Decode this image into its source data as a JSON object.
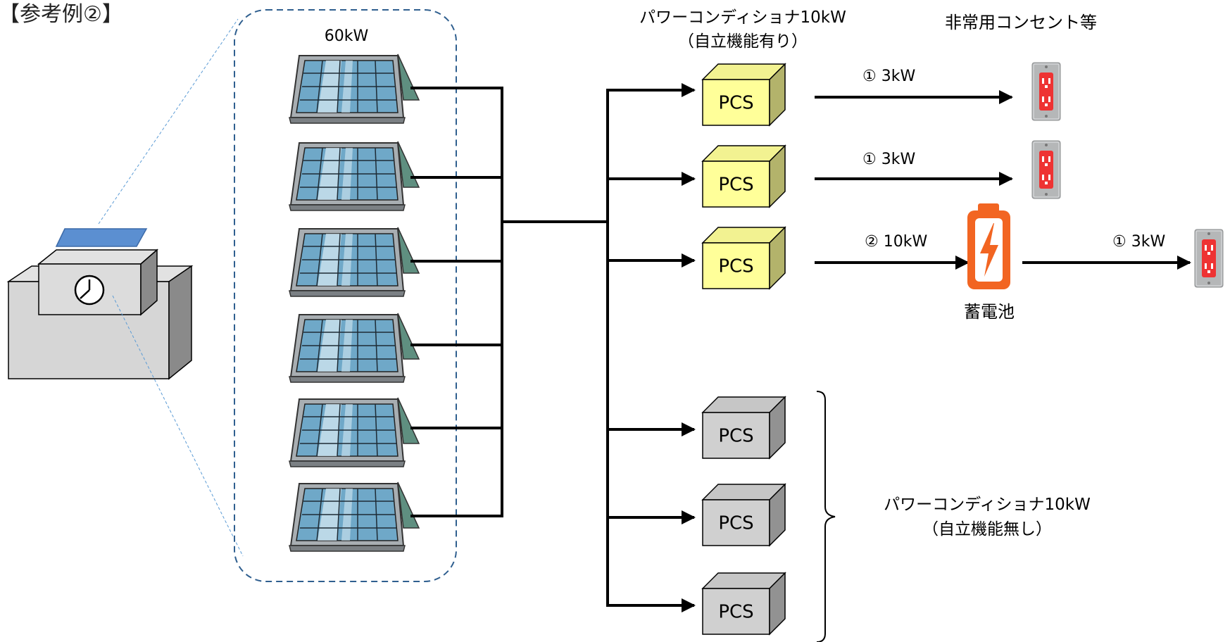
{
  "title": "【参考例②】",
  "array": {
    "label": "60kW",
    "panel_count": 6
  },
  "pcs_standalone": {
    "label_line1": "パワーコンディショナ10kW",
    "label_line2": "（自立機能有り）",
    "units": [
      {
        "label": "PCS",
        "color": "#ffff99"
      },
      {
        "label": "PCS",
        "color": "#ffff99"
      },
      {
        "label": "PCS",
        "color": "#ffff99"
      }
    ]
  },
  "pcs_grid": {
    "label_line1": "パワーコンディショナ10kW",
    "label_line2": "（自立機能無し）",
    "units": [
      {
        "label": "PCS",
        "color": "#d0d0d0"
      },
      {
        "label": "PCS",
        "color": "#d0d0d0"
      },
      {
        "label": "PCS",
        "color": "#d0d0d0"
      }
    ]
  },
  "outlets_heading": "非常用コンセント等",
  "links": {
    "pcs1_out": "① 3kW",
    "pcs2_out": "① 3kW",
    "pcs3_out": "② 10kW",
    "battery_out": "① 3kW"
  },
  "battery": {
    "label": "蓄電池",
    "icon": "battery-charging-icon",
    "color": "#f26522"
  },
  "outlet_icon": "power-outlet-icon",
  "outlet_color": "#ee3333"
}
